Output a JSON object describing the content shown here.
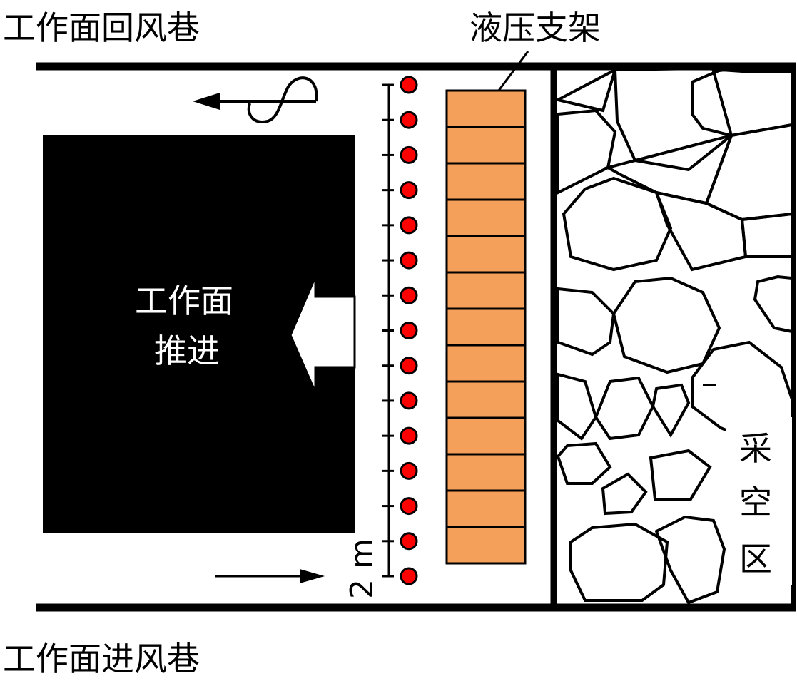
{
  "labels": {
    "return_airway": "工作面回风巷",
    "intake_airway": "工作面进风巷",
    "hydraulic_support": "液压支架",
    "face_line1": "工作面",
    "face_line2": "推进",
    "gob": [
      "采",
      "空",
      "区"
    ],
    "spacing": "2 m"
  },
  "monitoring_points": 15,
  "support_segments": 13,
  "colors": {
    "support": "#F4A05A",
    "point": "#FF0000",
    "coal": "#000000"
  }
}
